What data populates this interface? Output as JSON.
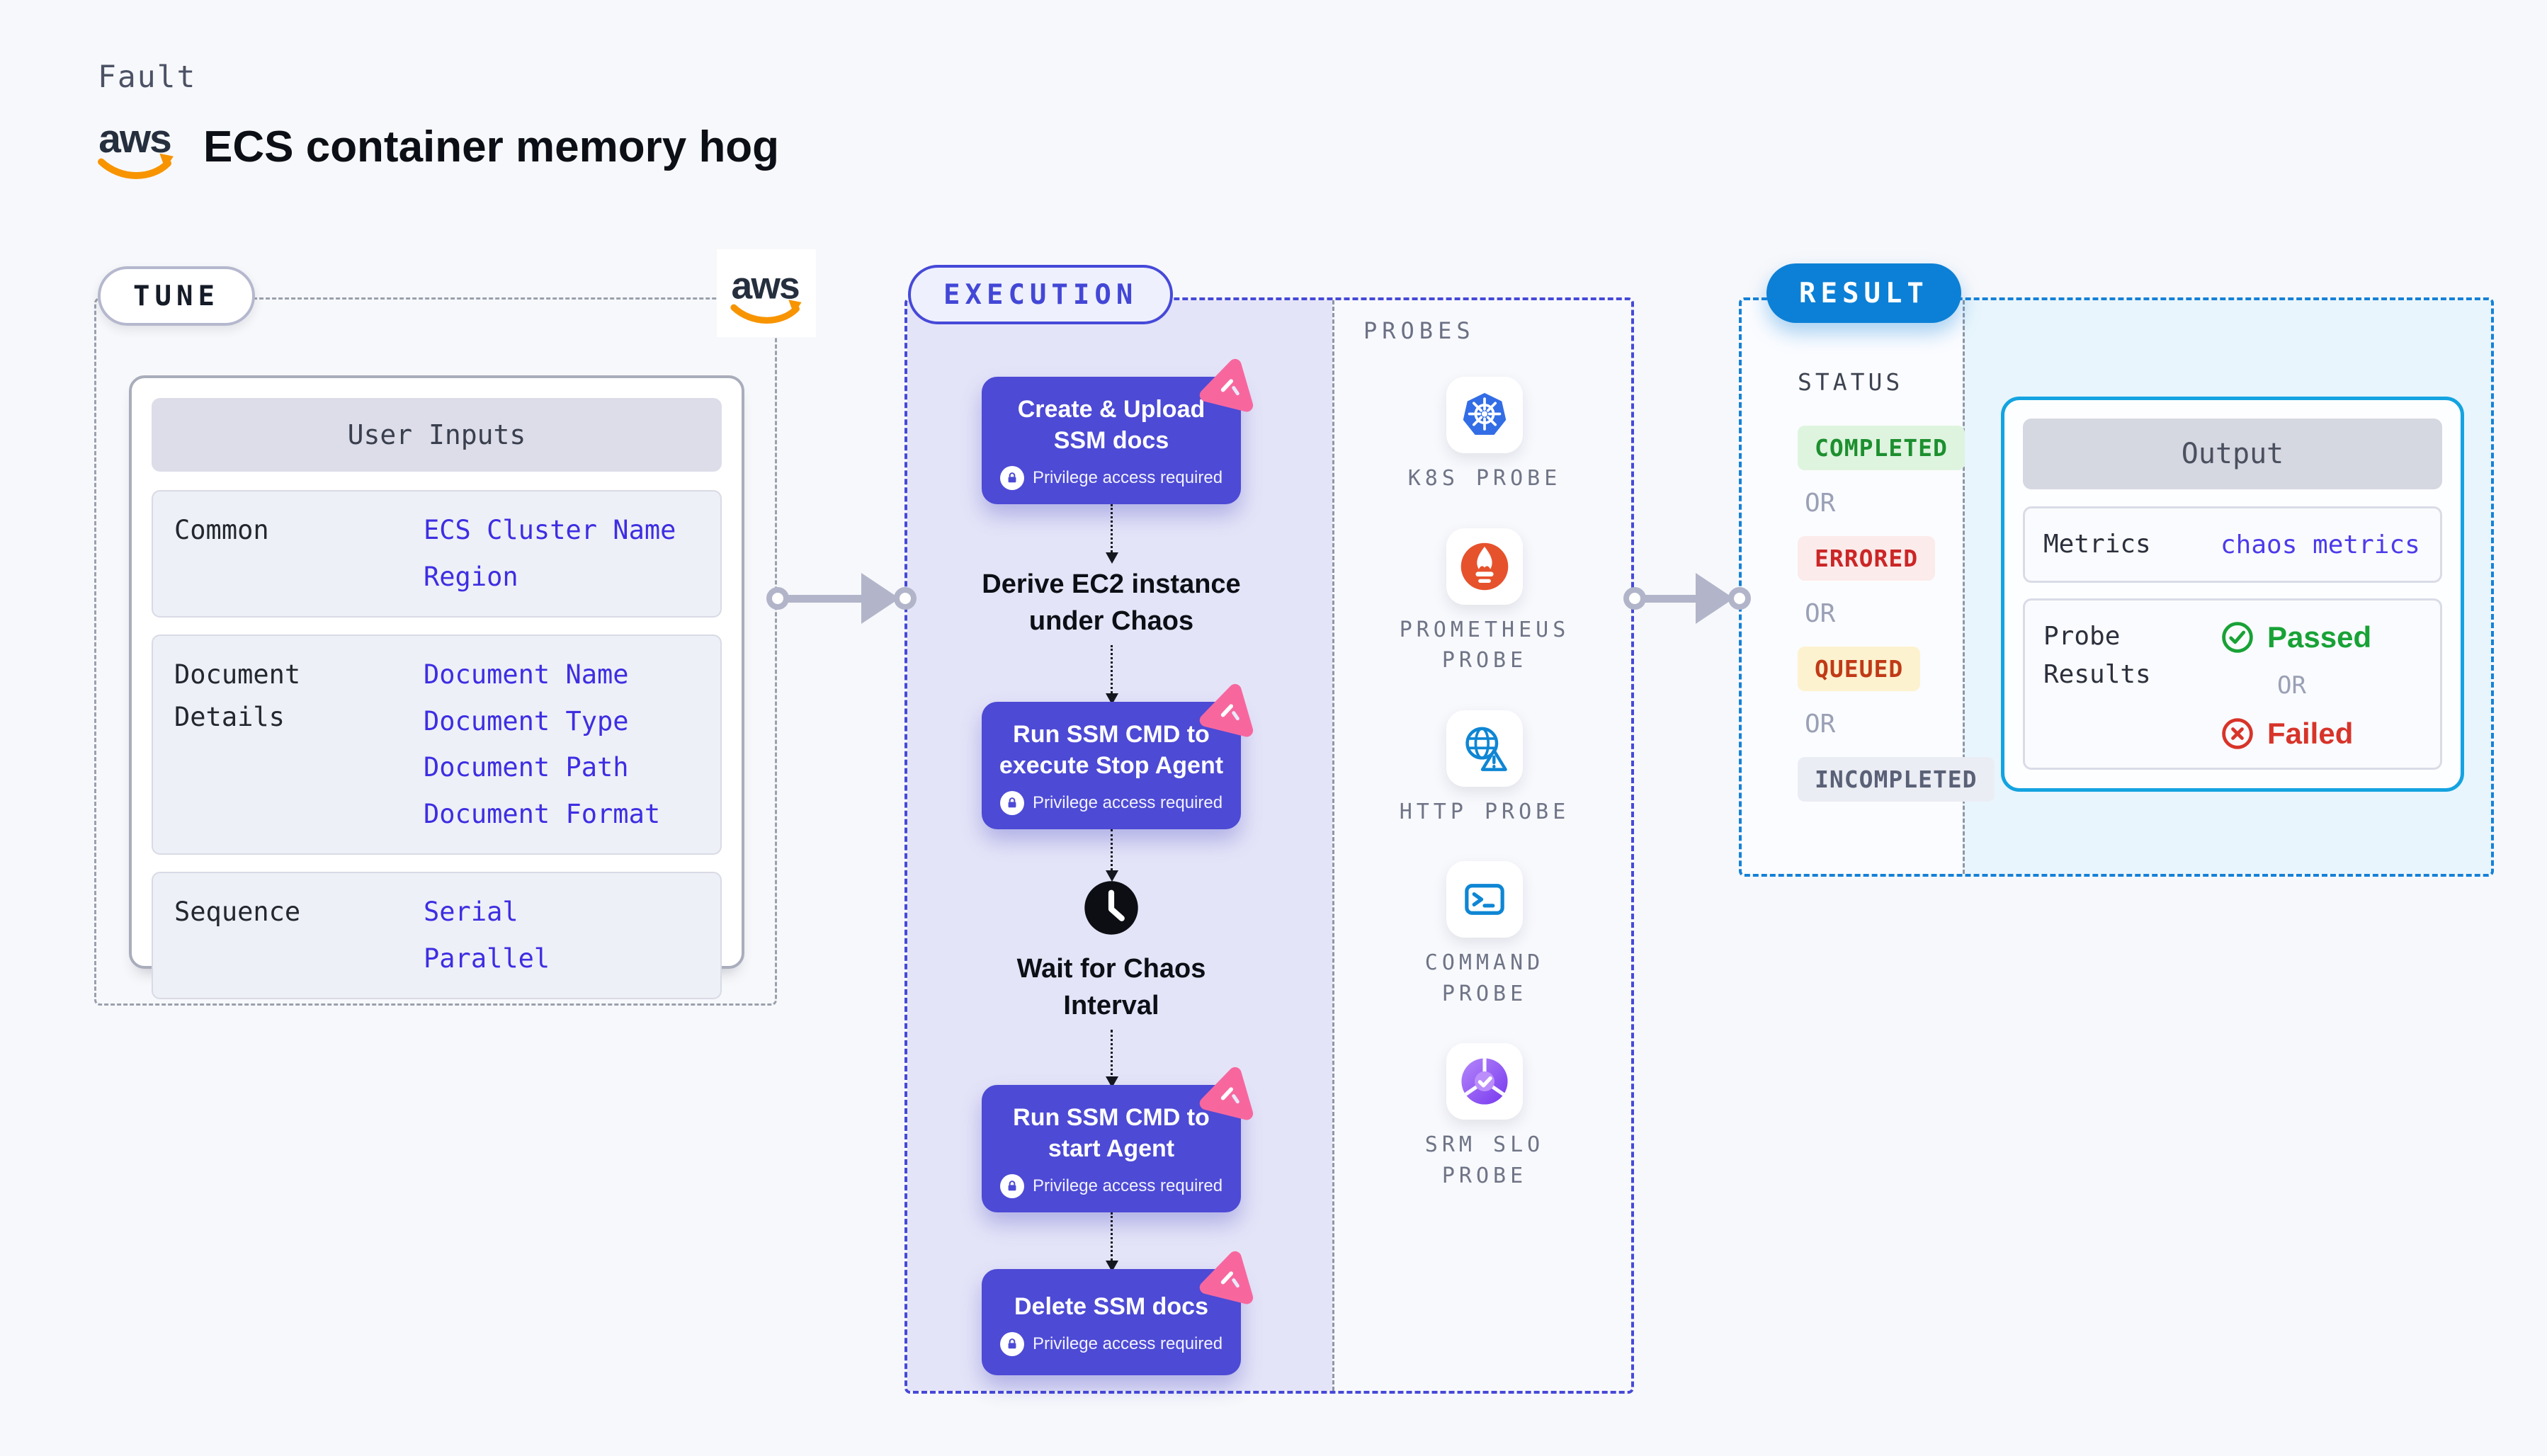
{
  "header": {
    "eyebrow": "Fault",
    "aws_logo_text": "aws",
    "title": "ECS container memory hog"
  },
  "tune": {
    "badge": "TUNE",
    "table": {
      "header": "User Inputs",
      "rows": [
        {
          "label": "Common",
          "values": [
            "ECS Cluster Name",
            "Region"
          ]
        },
        {
          "label": "Document Details",
          "values": [
            "Document Name",
            "Document Type",
            "Document Path",
            "Document Format"
          ]
        },
        {
          "label": "Sequence",
          "values": [
            "Serial",
            "Parallel"
          ]
        }
      ]
    }
  },
  "execution": {
    "badge": "EXECUTION",
    "steps": [
      {
        "kind": "card",
        "title": "Create & Upload SSM docs",
        "note": "Privilege access required"
      },
      {
        "kind": "text",
        "title": "Derive EC2 instance under Chaos"
      },
      {
        "kind": "card",
        "title": "Run SSM CMD to execute Stop Agent",
        "note": "Privilege access required"
      },
      {
        "kind": "wait",
        "title": "Wait for Chaos Interval"
      },
      {
        "kind": "card",
        "title": "Run SSM CMD to start Agent",
        "note": "Privilege access required"
      },
      {
        "kind": "card",
        "title": "Delete SSM docs",
        "note": "Privilege access required"
      }
    ],
    "probes": {
      "heading": "PROBES",
      "items": [
        {
          "label": "K8S PROBE",
          "icon": "kubernetes-icon"
        },
        {
          "label": "PROMETHEUS PROBE",
          "icon": "prometheus-icon"
        },
        {
          "label": "HTTP PROBE",
          "icon": "http-globe-warning-icon"
        },
        {
          "label": "COMMAND PROBE",
          "icon": "terminal-icon"
        },
        {
          "label": "SRM SLO PROBE",
          "icon": "srm-slo-icon"
        }
      ]
    }
  },
  "result": {
    "badge": "RESULT",
    "status": {
      "heading": "STATUS",
      "or": "OR",
      "items": [
        {
          "label": "COMPLETED",
          "fg": "#1d8f2f",
          "bg": "#def4df"
        },
        {
          "label": "ERRORED",
          "fg": "#cb2626",
          "bg": "#fcebeb"
        },
        {
          "label": "QUEUED",
          "fg": "#c03a17",
          "bg": "#fdf2cf"
        },
        {
          "label": "INCOMPLETED",
          "fg": "#5a6177",
          "bg": "#ebedf4"
        }
      ]
    },
    "output": {
      "header": "Output",
      "metrics_label": "Metrics",
      "metrics_value": "chaos metrics",
      "probe_results_label": "Probe Results",
      "passed": "Passed",
      "or": "OR",
      "failed": "Failed"
    }
  },
  "colors": {
    "page_bg": "#f7f8fb",
    "tune_dash": "#9aa0ad",
    "execution_accent": "#4649d8",
    "execution_panel": "#e4e4f8",
    "step_card": "#4d4ad5",
    "chaos_pink": "#f7679e",
    "result_accent": "#0c80d6",
    "result_panel": "#e8f5fc",
    "output_border": "#14a3e1",
    "input_value": "#3d2ee2",
    "passed_green": "#18a236",
    "failed_red": "#d7342a",
    "arrow_gray": "#b2b5c9",
    "aws_orange": "#f79400",
    "aws_navy": "#252f3e",
    "kubernetes_blue": "#326de6",
    "prometheus_orange": "#e6522c",
    "http_blue": "#0e86d4",
    "srm_purple": "#7638ee"
  }
}
